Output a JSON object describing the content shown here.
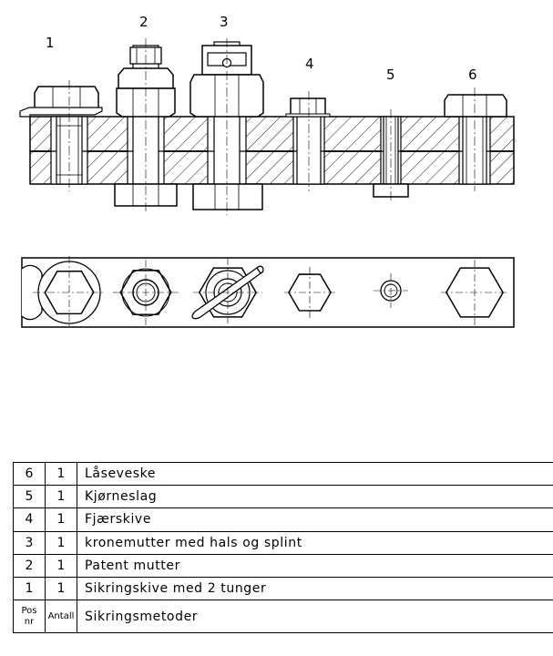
{
  "callouts": [
    "1",
    "2",
    "3",
    "4",
    "5",
    "6"
  ],
  "table": {
    "header": {
      "pos": "Pos",
      "pos_sub": "nr",
      "antall": "Antall",
      "name": "Sikringsmetoder"
    },
    "rows": [
      {
        "pos": "6",
        "antall": "1",
        "name": "Låseveske"
      },
      {
        "pos": "5",
        "antall": "1",
        "name": "Kjørneslag"
      },
      {
        "pos": "4",
        "antall": "1",
        "name": "Fjærskive"
      },
      {
        "pos": "3",
        "antall": "1",
        "name": "kronemutter med hals og splint"
      },
      {
        "pos": "2",
        "antall": "1",
        "name": "Patent mutter"
      },
      {
        "pos": "1",
        "antall": "1",
        "name": "Sikringskive med 2 tunger"
      }
    ]
  }
}
